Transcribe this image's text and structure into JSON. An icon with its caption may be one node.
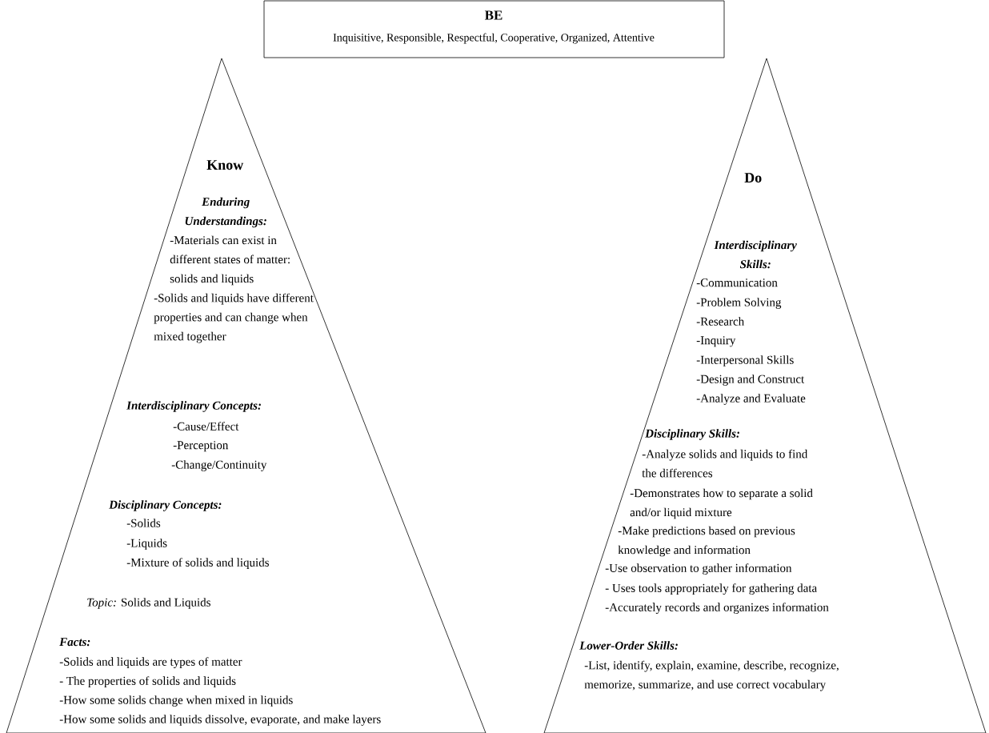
{
  "diagram": {
    "nodes": [
      {
        "text": [
          "BE",
          "Inquisitive, Responsible, Respectful, Cooperative, Organized, Attentive"
        ]
      },
      {
        "text": [
          "Know",
          "Enduring Understandings:",
          "-Materials can exist in different states of matter: solids and liquids",
          "-Solids and liquids have different properties and can change when mixed together",
          "Interdisciplinary Concepts:",
          "-Cause/Effect",
          "-Perception",
          "-Change/Continuity",
          "Disciplinary Concepts:",
          "-Solids",
          "-Liquids",
          "-Mixture of solids and liquids",
          "*Topic:* Solids and Liquids",
          "Facts:",
          "-Solids and liquids are types of matter",
          "- The properties of solids and liquids",
          "-How some solids change when mixed in liquids",
          "-How some solids and liquids dissolve, evaporate, and make layers"
        ]
      },
      {
        "text": [
          "Do",
          "Interdisciplinary Skills:",
          "-Communication",
          "-Problem Solving",
          "-Research",
          "-Inquiry",
          "-Interpersonal Skills",
          "-Design and Construct",
          "-Analyze and Evaluate",
          "Disciplinary Skills:",
          "-Analyze solids and liquids to find the differences",
          "-Demonstrates how to separate a solid and/or liquid mixture",
          "-Make predictions based on previous knowledge and information",
          "-Use observation to gather information",
          "- Uses tools appropriately for gathering data",
          "-Accurately records and organizes information",
          "Lower-Order Skills:",
          "-List, identify, explain, examine, describe, recognize, memorize, summarize, and use correct vocabulary"
        ]
      }
    ]
  }
}
